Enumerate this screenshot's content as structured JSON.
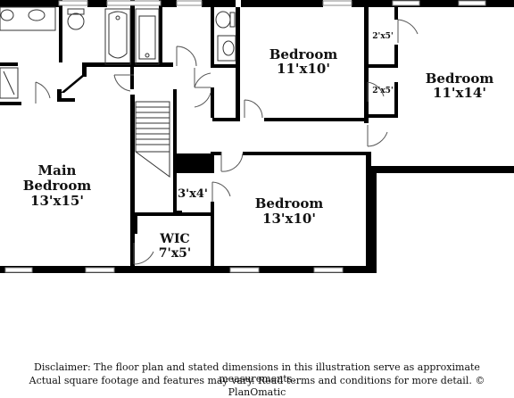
{
  "plan": {
    "rooms": {
      "bedroom_top": {
        "name": "Bedroom",
        "size": "11'x10'"
      },
      "bedroom_right": {
        "name": "Bedroom",
        "size": "11'x14'"
      },
      "main_bedroom": {
        "name_line1": "Main",
        "name_line2": "Bedroom",
        "size": "13'x15'"
      },
      "bedroom_bottom": {
        "name": "Bedroom",
        "size": "13'x10'"
      },
      "wic": {
        "name": "WIC",
        "size": "7'x5'"
      },
      "closet_3x4": {
        "size": "3'x4'"
      },
      "closet_top": {
        "size": "2'x5'"
      },
      "closet_mid": {
        "size": "2'x5'"
      }
    }
  },
  "disclaimer": {
    "line1": "Disclaimer: The floor plan and stated dimensions in this illustration serve as approximate measurements.",
    "line2": "Actual square footage and features may vary. Read terms and conditions for more detail. © PlanOmatic"
  }
}
